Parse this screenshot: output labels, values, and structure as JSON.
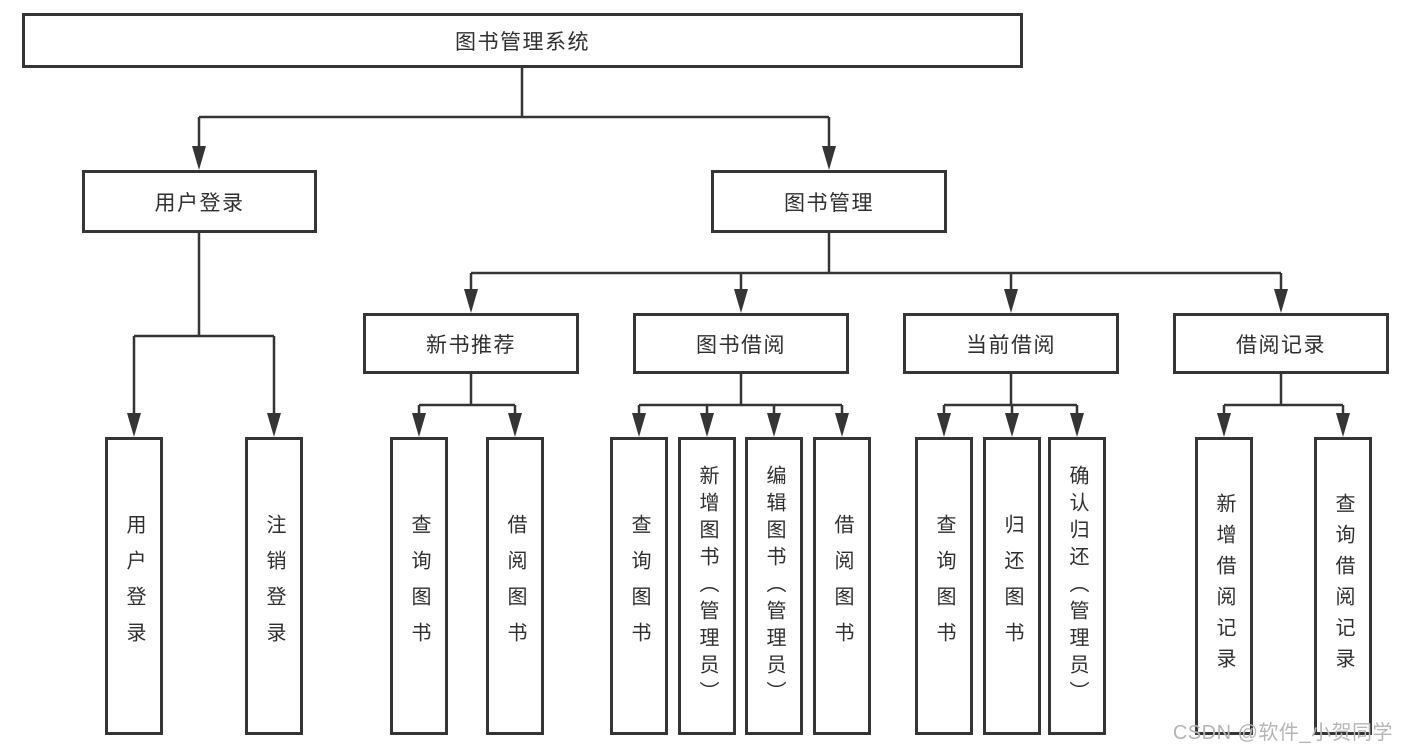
{
  "diagram": {
    "root": "图书管理系统",
    "level2": [
      "用户登录",
      "图书管理"
    ],
    "sections": [
      "新书推荐",
      "图书借阅",
      "当前借阅",
      "借阅记录"
    ],
    "groups": [
      {
        "parent": "用户登录",
        "children": [
          "用户登录",
          "注销登录"
        ]
      },
      {
        "parent": "新书推荐",
        "children": [
          "查询图书",
          "借阅图书"
        ]
      },
      {
        "parent": "图书借阅",
        "children": [
          "查询图书",
          "新增图书（管理员）",
          "编辑图书（管理员）",
          "借阅图书"
        ]
      },
      {
        "parent": "当前借阅",
        "children": [
          "查询图书",
          "归还图书",
          "确认归还（管理员）"
        ]
      },
      {
        "parent": "借阅记录",
        "children": [
          "新增借阅记录",
          "查询借阅记录"
        ]
      }
    ]
  },
  "watermark": "CSDN @软件_小贺同学",
  "colors": {
    "line": "#353535",
    "text": "#2f2f2f",
    "background": "#ffffff",
    "watermark": "#b5b5b5"
  }
}
